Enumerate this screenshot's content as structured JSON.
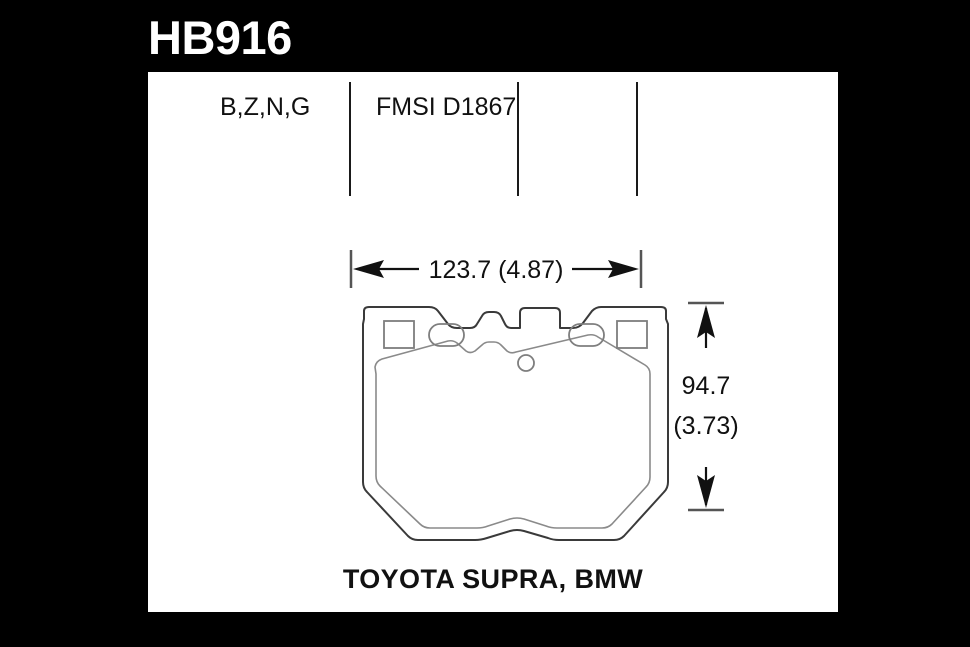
{
  "part": {
    "number": "HB916"
  },
  "header": {
    "compounds": "B,Z,N,G",
    "fmsi": "FMSI D1867"
  },
  "dimensions": {
    "width_label": "123.7 (4.87)",
    "height_value": "94.7",
    "height_alt": "(3.73)"
  },
  "vehicle": {
    "application": "TOYOTA SUPRA, BMW"
  },
  "colors": {
    "frame": "#000000",
    "card": "#ffffff",
    "title": "#ffffff",
    "ink": "#111111",
    "outline": "#3a3a3a",
    "inner_outline": "#8a8a8a"
  }
}
